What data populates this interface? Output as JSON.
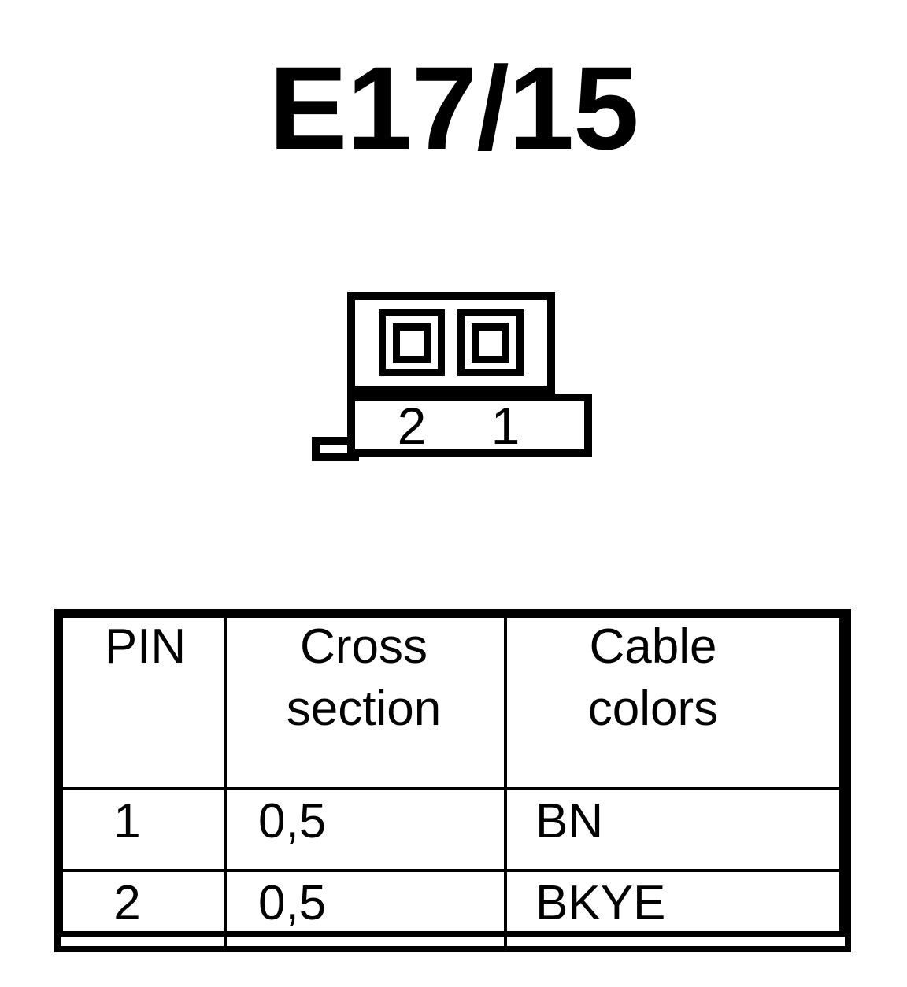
{
  "title": "E17/15",
  "connector": {
    "name": "2-way connector front view",
    "cavity_count": 2,
    "pin_labels": [
      "2",
      "1"
    ],
    "latch": "locking-tab"
  },
  "table": {
    "headers": [
      {
        "id": "pin",
        "label": "PIN"
      },
      {
        "id": "cross_section",
        "line1": "Cross",
        "line2": "section"
      },
      {
        "id": "cable_colors",
        "line1": "Cable",
        "line2": "colors"
      }
    ],
    "rows": [
      {
        "pin": "1",
        "cross_section": "0,5",
        "cable_colors": "BN"
      },
      {
        "pin": "2",
        "cross_section": "0,5",
        "cable_colors": "BKYE"
      }
    ]
  },
  "colors": {
    "ink": "#000000",
    "paper": "#ffffff"
  }
}
